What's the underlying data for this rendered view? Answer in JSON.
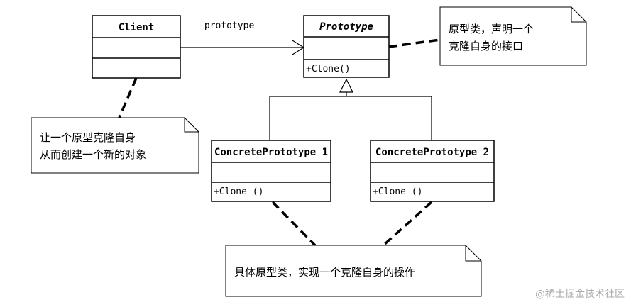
{
  "classes": {
    "client": {
      "name": "Client"
    },
    "prototype": {
      "name": "Prototype",
      "operation": "+Clone()"
    },
    "concrete1": {
      "name": "ConcretePrototype 1",
      "operation": "+Clone ()"
    },
    "concrete2": {
      "name": "ConcretePrototype 2",
      "operation": "+Clone ()"
    }
  },
  "association": {
    "label": "-prototype"
  },
  "notes": {
    "prototype_note": {
      "lines": [
        "原型类，声明一个",
        "克隆自身的接口"
      ]
    },
    "client_note": {
      "lines": [
        "让一个原型克隆自身",
        "从而创建一个新的对象"
      ]
    },
    "concrete_note": {
      "lines": [
        "具体原型类，实现一个克隆自身的操作"
      ]
    }
  },
  "watermark": "@稀土掘金技术社区",
  "colors": {
    "line": "#000000",
    "note_fill": "#ffffff",
    "class_fill": "#ffffff",
    "watermark": "#a8a8a8"
  }
}
